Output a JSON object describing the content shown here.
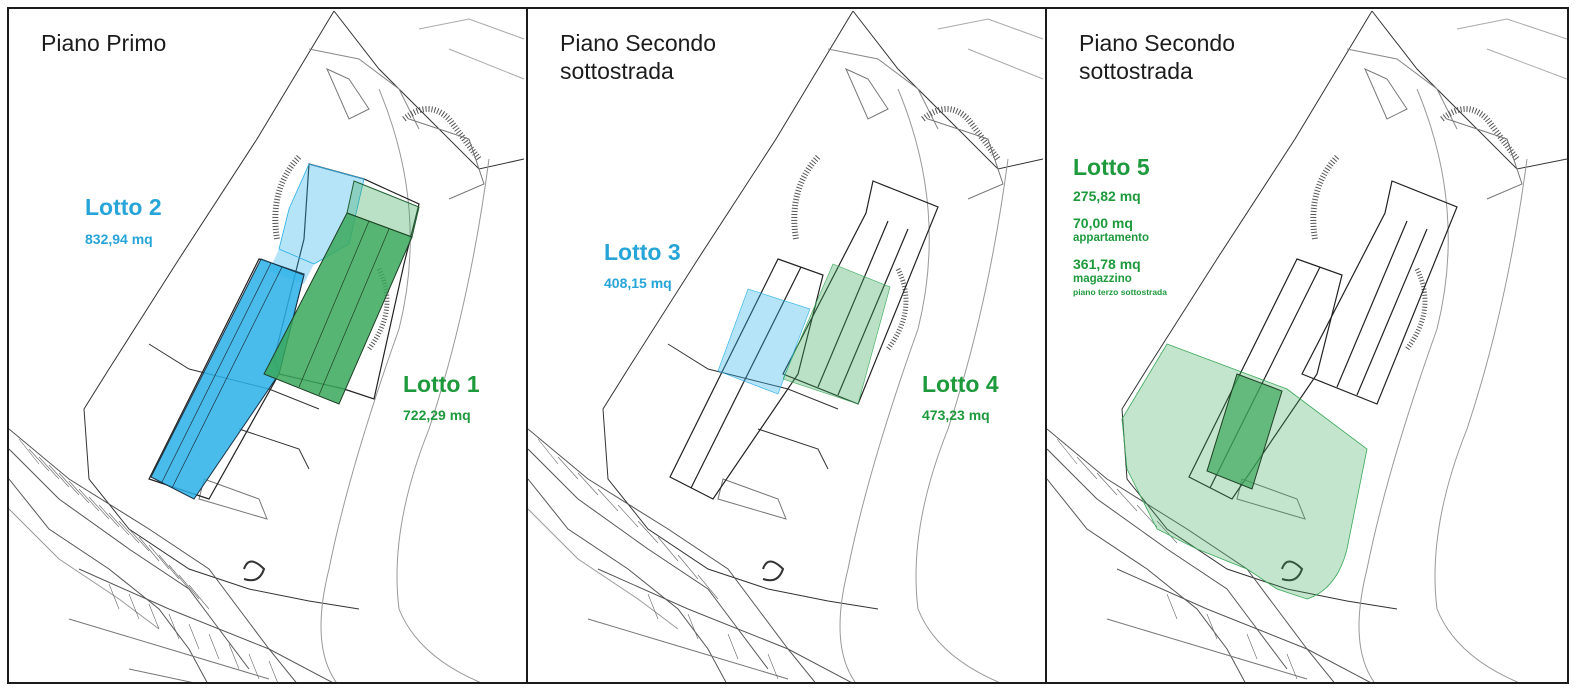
{
  "colors": {
    "blue_text": "#27a4d8",
    "green_text": "#1e9a3d",
    "blue_fill": "#2ab0e8",
    "green_fill": "#3aa85a"
  },
  "panels": [
    {
      "title_line1": "Piano Primo",
      "title_line2": "",
      "lots": [
        {
          "name": "Lotto 2",
          "area": "832,94 mq"
        },
        {
          "name": "Lotto 1",
          "area": "722,29 mq"
        }
      ]
    },
    {
      "title_line1": "Piano Secondo",
      "title_line2": "sottostrada",
      "lots": [
        {
          "name": "Lotto 3",
          "area": "408,15 mq"
        },
        {
          "name": "Lotto 4",
          "area": "473,23 mq"
        }
      ]
    },
    {
      "title_line1": "Piano Secondo",
      "title_line2": "sottostrada",
      "lots": [
        {
          "name": "Lotto 5",
          "area": "275,82 mq",
          "apartment_area": "70,00 mq",
          "apartment_label": "appartamento",
          "warehouse_area": "361,78 mq",
          "warehouse_label": "magazzino",
          "warehouse_floor": "piano terzo sottostrada"
        }
      ]
    }
  ]
}
